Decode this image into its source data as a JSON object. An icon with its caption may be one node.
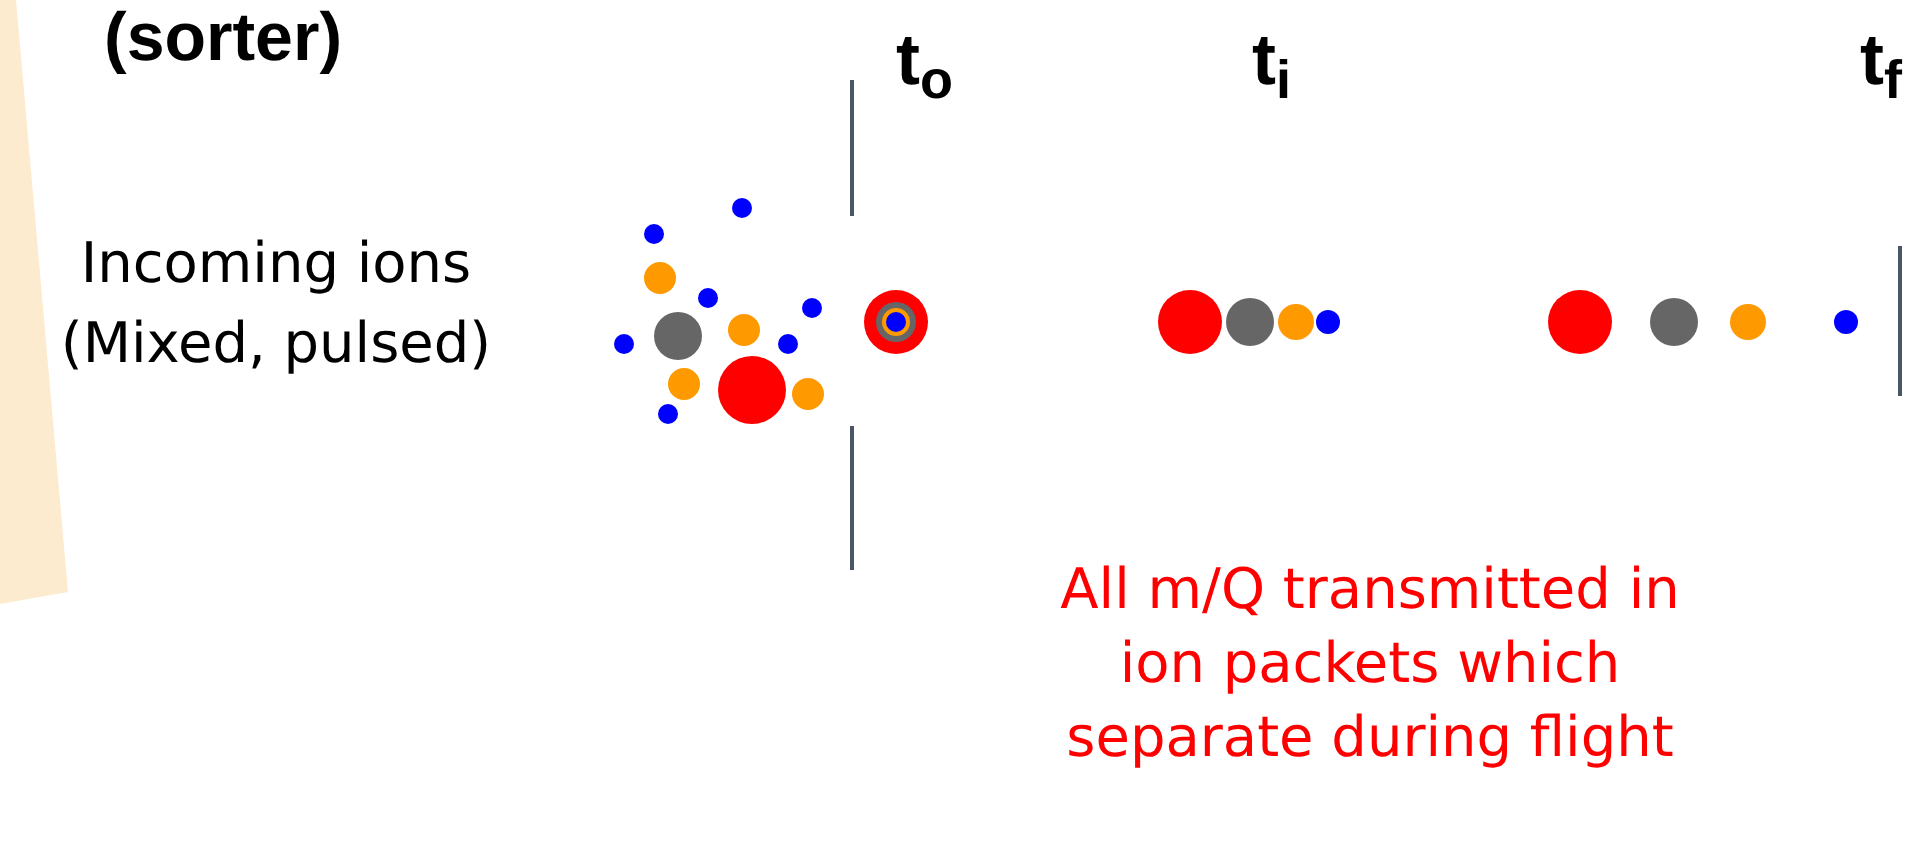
{
  "diagram": {
    "title": "(sorter)",
    "labels": [
      "Incoming ions (Mixed, pulsed)",
      "t$_{o}$",
      "t$_{i}$",
      "t$_{f}$",
      "All m/Q transmitted in ion packets which separate during flight"
    ]
  }
}
